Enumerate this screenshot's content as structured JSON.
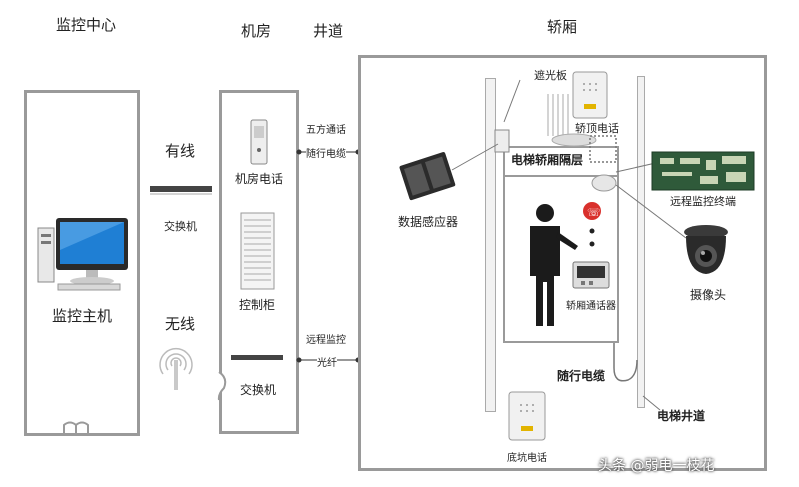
{
  "sections": {
    "monitor_center": "监控中心",
    "machine_room": "机房",
    "shaft": "井道",
    "car": "轿厢"
  },
  "monitor": {
    "wired": "有线",
    "switch": "交换机",
    "host": "监控主机",
    "wireless": "无线"
  },
  "machine_room": {
    "phone": "机房电话",
    "cabinet": "控制柜",
    "switch": "交换机"
  },
  "shaft": {
    "five_way": "五方通话",
    "traveling_cable": "随行电缆",
    "remote_monitor": "远程监控",
    "fiber": "光纤"
  },
  "car": {
    "light_shield": "遮光板",
    "car_top_phone": "轿顶电话",
    "car_partition": "电梯轿厢隔层",
    "data_sensor": "数据感应器",
    "remote_terminal": "远程监控终端",
    "camera": "摄像头",
    "intercom": "轿厢通话器",
    "traveling_cable": "随行电缆",
    "elevator_shaft": "电梯井道",
    "pit_phone": "底坑电话"
  },
  "watermark": "头条 @弱电一枝花",
  "colors": {
    "border": "#9a9a9a",
    "alarm_red": "#d9302c",
    "monitor_blue": "#1f7fd4",
    "terminal_green": "#2f5a3a"
  }
}
